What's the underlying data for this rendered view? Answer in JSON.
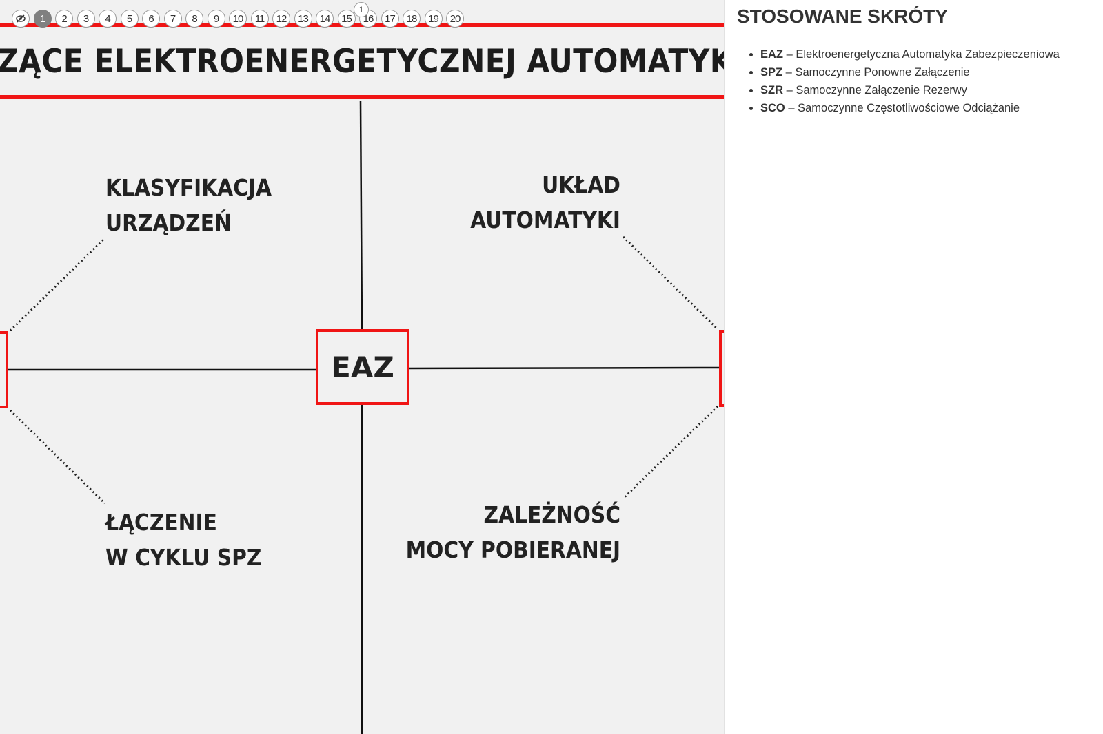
{
  "pager": {
    "pages": [
      "1",
      "2",
      "3",
      "4",
      "5",
      "6",
      "7",
      "8",
      "9",
      "10",
      "11",
      "12",
      "13",
      "14",
      "15",
      "16",
      "17",
      "18",
      "19",
      "20"
    ],
    "active": "1",
    "hide_icon": "eye-slash-icon",
    "marker": "1"
  },
  "slide": {
    "title": "ZĄCE ELEKTROENERGETYCZNEJ AUTOMATYK",
    "center": "EAZ",
    "labels": {
      "top_left": [
        "KLASYFIKACJA",
        "URZĄDZEŃ"
      ],
      "top_right": [
        "UKŁAD",
        "AUTOMATYKI"
      ],
      "bottom_left": [
        "ŁĄCZENIE",
        "W CYKLU SPZ"
      ],
      "bottom_right": [
        "ZALEŻNOŚĆ",
        "MOCY POBIERANEJ"
      ]
    },
    "accent": "#f01515"
  },
  "panel": {
    "title": "STOSOWANE SKRÓTY",
    "items": [
      {
        "abbr": "EAZ",
        "sep": " – ",
        "text": "Elektroenergetyczna Automatyka Zabezpieczeniowa"
      },
      {
        "abbr": "SPZ",
        "sep": " – ",
        "text": "Samoczynne Ponowne Załączenie"
      },
      {
        "abbr": "SZR",
        "sep": " – ",
        "text": "Samoczynne Załączenie Rezerwy"
      },
      {
        "abbr": "SCO",
        "sep": " – ",
        "text": "Samoczynne Częstotliwościowe Odciążanie"
      }
    ]
  }
}
